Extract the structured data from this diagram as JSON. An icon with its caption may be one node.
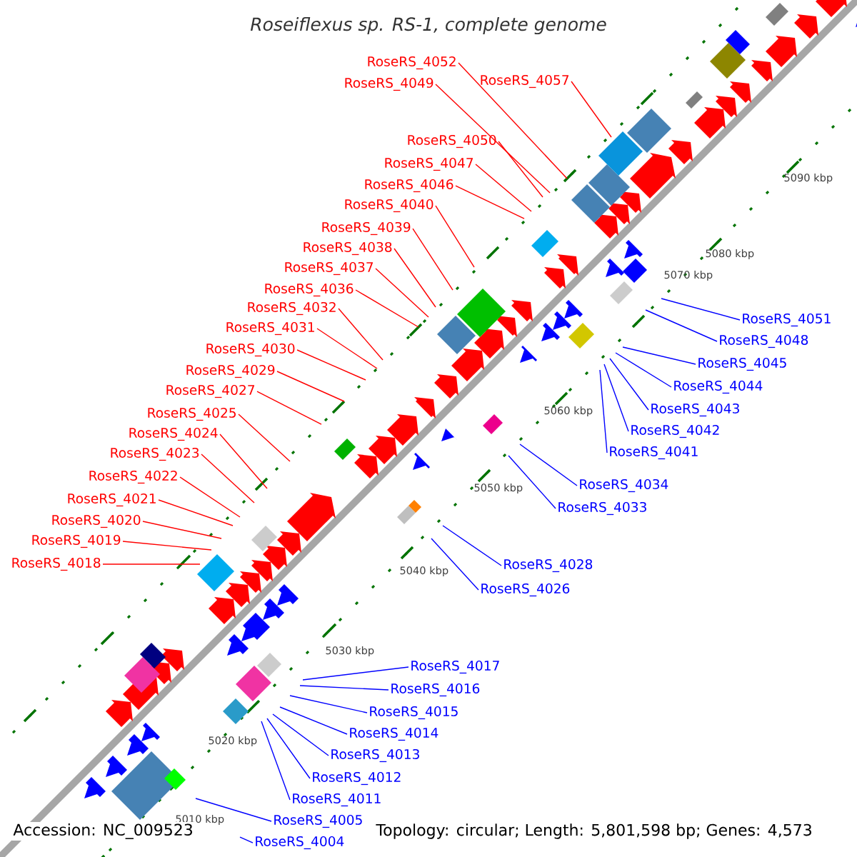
{
  "diagram": {
    "title": "Roseiflexus sp. RS-1, complete genome",
    "nodes": [
      {
        "text": [
          "RoseRS_4052"
        ]
      },
      {
        "text": [
          "RoseRS_4057"
        ]
      },
      {
        "text": [
          "RoseRS_4049"
        ]
      },
      {
        "text": [
          "RoseRS_4050"
        ]
      },
      {
        "text": [
          "RoseRS_4047"
        ]
      },
      {
        "text": [
          "RoseRS_4046"
        ]
      },
      {
        "text": [
          "RoseRS_4040"
        ]
      },
      {
        "text": [
          "RoseRS_4039"
        ]
      },
      {
        "text": [
          "RoseRS_4038"
        ]
      },
      {
        "text": [
          "RoseRS_4037"
        ]
      },
      {
        "text": [
          "RoseRS_4036"
        ]
      },
      {
        "text": [
          "RoseRS_4032"
        ]
      },
      {
        "text": [
          "RoseRS_4031"
        ]
      },
      {
        "text": [
          "RoseRS_4030"
        ]
      },
      {
        "text": [
          "RoseRS_4029"
        ]
      },
      {
        "text": [
          "RoseRS_4027"
        ]
      },
      {
        "text": [
          "RoseRS_4025"
        ]
      },
      {
        "text": [
          "RoseRS_4024"
        ]
      },
      {
        "text": [
          "RoseRS_4023"
        ]
      },
      {
        "text": [
          "RoseRS_4022"
        ]
      },
      {
        "text": [
          "RoseRS_4021"
        ]
      },
      {
        "text": [
          "RoseRS_4020"
        ]
      },
      {
        "text": [
          "RoseRS_4019"
        ]
      },
      {
        "text": [
          "RoseRS_4018"
        ]
      },
      {
        "text": [
          "RoseRS_4051"
        ]
      },
      {
        "text": [
          "RoseRS_4048"
        ]
      },
      {
        "text": [
          "RoseRS_4045"
        ]
      },
      {
        "text": [
          "RoseRS_4044"
        ]
      },
      {
        "text": [
          "RoseRS_4043"
        ]
      },
      {
        "text": [
          "RoseRS_4042"
        ]
      },
      {
        "text": [
          "RoseRS_4041"
        ]
      },
      {
        "text": [
          "RoseRS_4034"
        ]
      },
      {
        "text": [
          "RoseRS_4033"
        ]
      },
      {
        "text": [
          "RoseRS_4028"
        ]
      },
      {
        "text": [
          "RoseRS_4026"
        ]
      },
      {
        "text": [
          "RoseRS_4017"
        ]
      },
      {
        "text": [
          "RoseRS_4016"
        ]
      },
      {
        "text": [
          "RoseRS_4015"
        ]
      },
      {
        "text": [
          "RoseRS_4014"
        ]
      },
      {
        "text": [
          "RoseRS_4013"
        ]
      },
      {
        "text": [
          "RoseRS_4012"
        ]
      },
      {
        "text": [
          "RoseRS_4011"
        ]
      },
      {
        "text": [
          "RoseRS_4005"
        ]
      },
      {
        "text": [
          "RoseRS_4004"
        ]
      }
    ],
    "edges": [
      {
        "from": 0,
        "to": null,
        "arrow": "none"
      },
      {
        "from": 1,
        "to": null,
        "arrow": "none"
      },
      {
        "from": 2,
        "to": null,
        "arrow": "none"
      },
      {
        "from": 3,
        "to": null,
        "arrow": "none"
      },
      {
        "from": 4,
        "to": null,
        "arrow": "none"
      },
      {
        "from": 5,
        "to": null,
        "arrow": "none"
      },
      {
        "from": 6,
        "to": null,
        "arrow": "none"
      },
      {
        "from": 7,
        "to": null,
        "arrow": "none"
      },
      {
        "from": 8,
        "to": null,
        "arrow": "none"
      },
      {
        "from": 9,
        "to": null,
        "arrow": "none"
      },
      {
        "from": 10,
        "to": null,
        "arrow": "none"
      },
      {
        "from": 11,
        "to": null,
        "arrow": "none"
      },
      {
        "from": 12,
        "to": null,
        "arrow": "none"
      },
      {
        "from": 13,
        "to": null,
        "arrow": "none"
      },
      {
        "from": 14,
        "to": null,
        "arrow": "none"
      },
      {
        "from": 15,
        "to": null,
        "arrow": "none"
      },
      {
        "from": 16,
        "to": null,
        "arrow": "none"
      },
      {
        "from": 17,
        "to": null,
        "arrow": "none"
      },
      {
        "from": 18,
        "to": null,
        "arrow": "none"
      },
      {
        "from": 19,
        "to": null,
        "arrow": "none"
      },
      {
        "from": 20,
        "to": null,
        "arrow": "none"
      },
      {
        "from": 21,
        "to": null,
        "arrow": "none"
      },
      {
        "from": 22,
        "to": null,
        "arrow": "none"
      },
      {
        "from": 23,
        "to": null,
        "arrow": "none"
      },
      {
        "from": 24,
        "to": null,
        "arrow": "none",
        "color": "#0000ff"
      },
      {
        "from": 25,
        "to": null,
        "arrow": "none",
        "color": "#0000ff"
      },
      {
        "from": 26,
        "to": null,
        "arrow": "none",
        "color": "#0000ff"
      },
      {
        "from": 27,
        "to": null,
        "arrow": "none",
        "color": "#0000ff"
      },
      {
        "from": 28,
        "to": null,
        "arrow": "none",
        "color": "#0000ff"
      },
      {
        "from": 29,
        "to": null,
        "arrow": "none",
        "color": "#0000ff"
      },
      {
        "from": 30,
        "to": null,
        "arrow": "none",
        "color": "#0000ff"
      },
      {
        "from": 31,
        "to": null,
        "arrow": "none",
        "color": "#0000ff"
      },
      {
        "from": 32,
        "to": null,
        "arrow": "none",
        "color": "#0000ff"
      },
      {
        "from": 33,
        "to": null,
        "arrow": "none",
        "color": "#0000ff"
      },
      {
        "from": 34,
        "to": null,
        "arrow": "none",
        "color": "#0000ff"
      },
      {
        "from": 35,
        "to": null,
        "arrow": "none",
        "color": "#0000ff"
      },
      {
        "from": 36,
        "to": null,
        "arrow": "none",
        "color": "#0000ff"
      },
      {
        "from": 37,
        "to": null,
        "arrow": "none",
        "color": "#0000ff"
      },
      {
        "from": 38,
        "to": null,
        "arrow": "none",
        "color": "#0000ff"
      },
      {
        "from": 39,
        "to": null,
        "arrow": "none",
        "color": "#0000ff"
      },
      {
        "from": 40,
        "to": null,
        "arrow": "none",
        "color": "#0000ff"
      },
      {
        "from": 41,
        "to": null,
        "arrow": "none",
        "color": "#0000ff"
      },
      {
        "from": 42,
        "to": null,
        "arrow": "none",
        "color": "#0000ff"
      },
      {
        "from": 43,
        "to": null,
        "arrow": "none",
        "color": "#0000ff"
      }
    ],
    "labels": [
      "5090 kbp",
      "5080 kbp",
      "5070 kbp",
      "5060 kbp",
      "5050 kbp",
      "5040 kbp",
      "5030 kbp",
      "5020 kbp",
      "5010 kbp",
      "Accession: NC_009523",
      "Topology: circular; Length: 5,801,598 bp; Genes: 4,573"
    ]
  }
}
